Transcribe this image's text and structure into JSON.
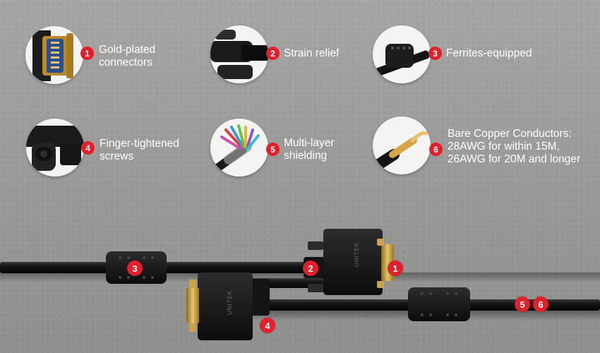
{
  "accent_color": "#e0202d",
  "features": [
    {
      "number": "1",
      "lines": [
        "Gold-plated",
        "connectors"
      ],
      "icon": "gold-connector-icon"
    },
    {
      "number": "2",
      "lines": [
        "Strain relief"
      ],
      "icon": "strain-relief-icon"
    },
    {
      "number": "3",
      "lines": [
        "Ferrites-equipped"
      ],
      "icon": "ferrite-core-icon"
    },
    {
      "number": "4",
      "lines": [
        "Finger-tightened",
        "screws"
      ],
      "icon": "thumb-screw-icon"
    },
    {
      "number": "5",
      "lines": [
        "Multi-layer",
        "shielding"
      ],
      "icon": "shielded-wires-icon"
    },
    {
      "number": "6",
      "lines": [
        "Bare Copper Conductors:",
        "28AWG for within 15M,",
        "26AWG for 20M and longer"
      ],
      "icon": "copper-conductor-icon"
    }
  ],
  "product": {
    "brand_text": "UNITEK",
    "callouts": [
      "1",
      "2",
      "3",
      "4",
      "5",
      "6"
    ]
  }
}
